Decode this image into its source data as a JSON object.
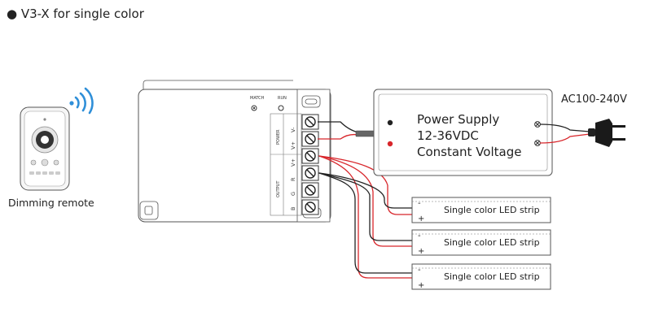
{
  "heading": "V3-X for single color",
  "remote": {
    "label": "Dimming remote"
  },
  "controller": {
    "leds": [
      "MATCH",
      "RUN"
    ],
    "power_group": "POWER",
    "output_group": "OUTPUT",
    "terminals": [
      "V-",
      "V+",
      "V+",
      "R",
      "G",
      "B"
    ]
  },
  "power_supply": {
    "lines": [
      "Power Supply",
      "12-36VDC",
      "Constant Voltage"
    ]
  },
  "ac_label": "AC100-240V",
  "strips": [
    {
      "label": "Single color LED strip",
      "minus": "-",
      "plus": "+"
    },
    {
      "label": "Single color LED strip",
      "minus": "-",
      "plus": "+"
    },
    {
      "label": "Single color LED strip",
      "minus": "-",
      "plus": "+"
    }
  ],
  "colors": {
    "red_wire": "#d8262b",
    "black_wire": "#222222",
    "outline": "#555555"
  }
}
